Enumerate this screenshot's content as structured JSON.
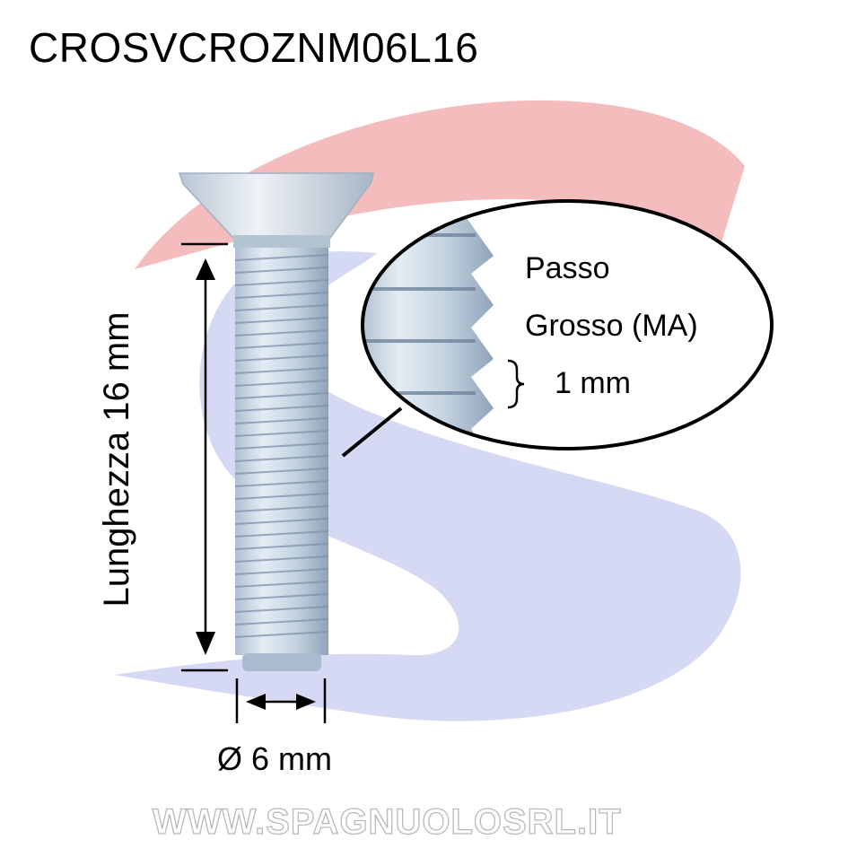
{
  "title": "CROSVCROZNM06L16",
  "dimensions": {
    "length_label": "Lunghezza 16 mm",
    "diameter_label": "Ø 6 mm"
  },
  "zoom": {
    "line1": "Passo",
    "line2": "Grosso (MA)",
    "pitch_value": "1 mm"
  },
  "watermark": "WWW.SPAGNUOLOSRL.IT",
  "colors": {
    "logo_red": "#f4bcbc",
    "logo_blue": "#d6d9f3",
    "screw_metal": "#c9d6e2"
  }
}
